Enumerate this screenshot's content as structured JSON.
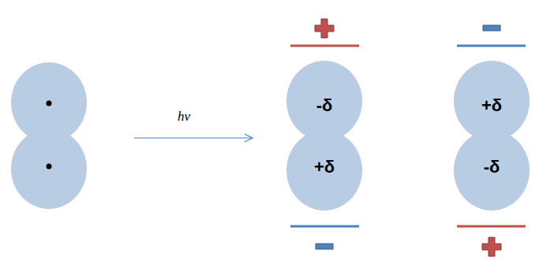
{
  "diagram": {
    "nodes": [
      {
        "text": [
          "-δ",
          "+δ"
        ]
      },
      {
        "text": [
          "+δ",
          "-δ"
        ]
      }
    ],
    "labels": [
      "hν"
    ]
  }
}
